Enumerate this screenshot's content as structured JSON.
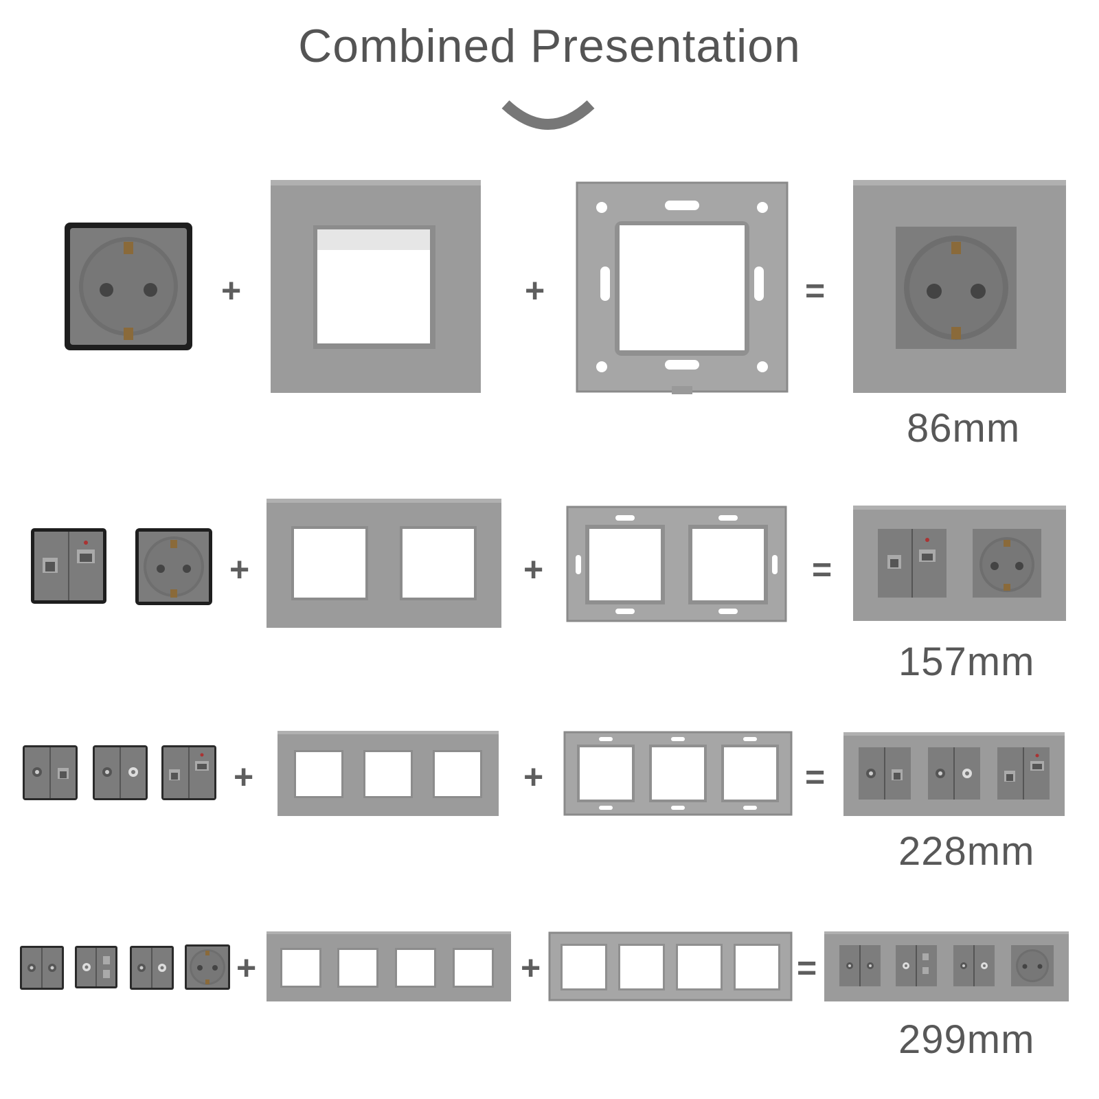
{
  "title": "Combined Presentation",
  "operators": {
    "plus": "+",
    "equals": "="
  },
  "rows": [
    {
      "size": "86mm",
      "modules": [
        "schuko-socket"
      ]
    },
    {
      "size": "157mm",
      "modules": [
        "network-double-socket",
        "schuko-socket"
      ]
    },
    {
      "size": "228mm",
      "modules": [
        "tv-network-socket",
        "tv-sat-socket",
        "network-double-socket"
      ]
    },
    {
      "size": "299mm",
      "modules": [
        "tv-tv-socket",
        "tv-usb-socket",
        "tv-sat-socket",
        "schuko-socket"
      ]
    }
  ],
  "colors": {
    "text": "#545454",
    "panel": "#9a9a9a",
    "module": "#7f7f7f",
    "frame": "#a4a4a4"
  }
}
